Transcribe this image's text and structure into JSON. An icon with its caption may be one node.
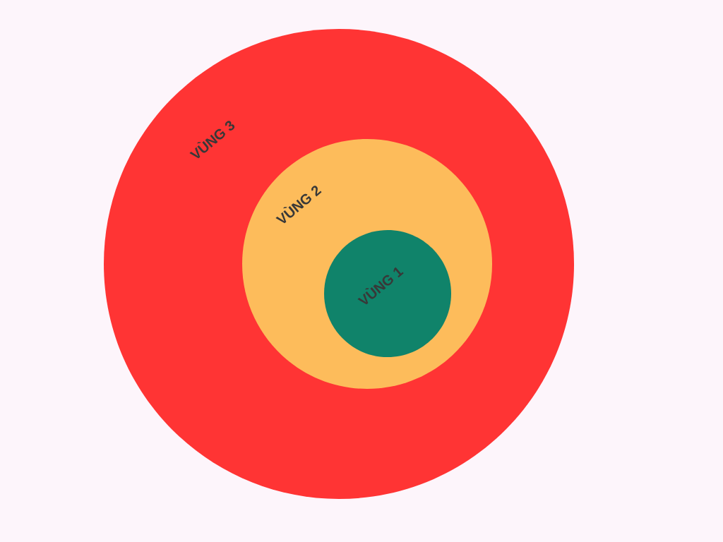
{
  "diagram": {
    "nodes": [
      {
        "text": [
          "VÙNG 3"
        ]
      },
      {
        "text": [
          "VÙNG 2"
        ],
        "in": 0
      },
      {
        "text": [
          "VÙNG 1"
        ],
        "in": 1
      }
    ]
  }
}
